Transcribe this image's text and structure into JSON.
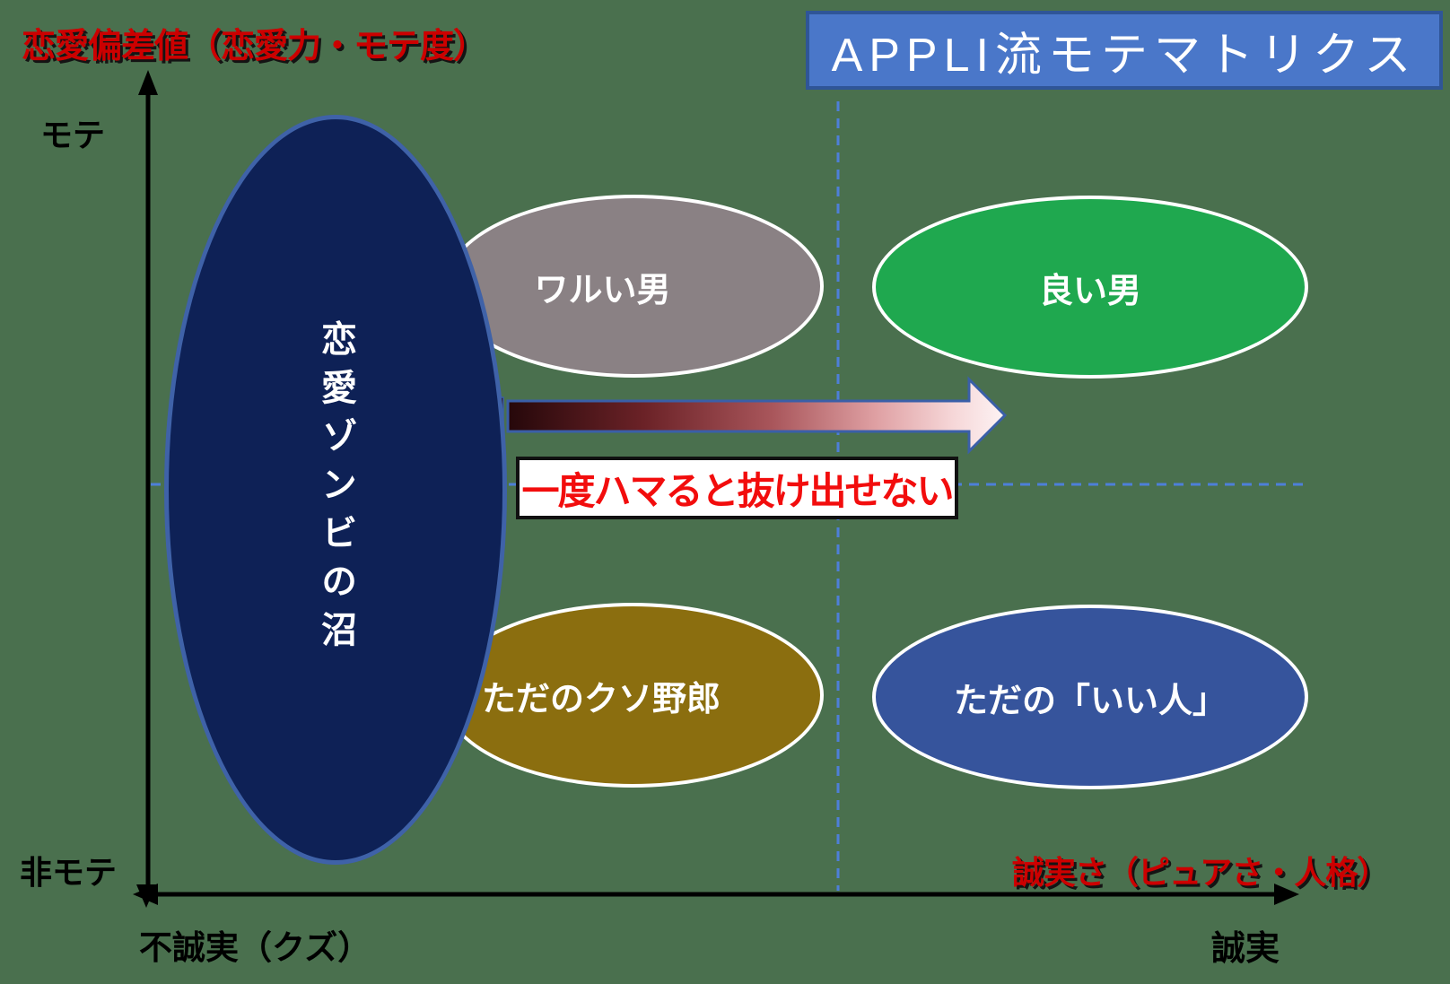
{
  "background_color": "#4a704e",
  "title_box": {
    "label": "APPLI流モテマトリクス",
    "fill": "#4a77c9",
    "border_color": "#2f5597",
    "text_color": "#ffffff"
  },
  "axes": {
    "title_color": "#cc0000",
    "line_color": "#000000",
    "y": {
      "title": "恋愛偏差値（恋愛力・モテ度）",
      "max_label": "モテ",
      "min_label": "非モテ"
    },
    "x": {
      "title": "誠実さ（ピュアさ・人格）",
      "min_label": "不誠実（クズ）",
      "max_label": "誠実"
    }
  },
  "quadrant_dividers": {
    "color": "#4d7fd9",
    "style": "dashed"
  },
  "ellipses": {
    "zombie": {
      "label": "恋愛ゾンビの沼",
      "fill": "#0e2156",
      "border_color": "#3f62a8",
      "text_color": "#ffffff",
      "position": "spans left side, straddles mote/himote"
    },
    "bad_man": {
      "label": "ワルい男",
      "fill": "#8a8184",
      "border_color": "#ffffff",
      "text_color": "#ffffff",
      "position": "top-left quadrant"
    },
    "good_man": {
      "label": "良い男",
      "fill": "#1fa84f",
      "border_color": "#ffffff",
      "text_color": "#ffffff",
      "position": "top-right quadrant"
    },
    "kuso": {
      "label": "ただのクソ野郎",
      "fill": "#8b6e0f",
      "border_color": "#ffffff",
      "text_color": "#ffffff",
      "position": "bottom-left quadrant"
    },
    "nice": {
      "label": "ただの「いい人」",
      "fill": "#36549c",
      "border_color": "#ffffff",
      "text_color": "#ffffff",
      "position": "bottom-right quadrant"
    }
  },
  "arrow": {
    "note": "一度ハマると抜け出せない",
    "note_text_color": "#f20d0d",
    "note_box_border": "#111111",
    "outline_color": "#3a5fa8",
    "gradient_from": "#1c0406",
    "gradient_to": "#fdf3f4",
    "direction": "left-to-right"
  }
}
